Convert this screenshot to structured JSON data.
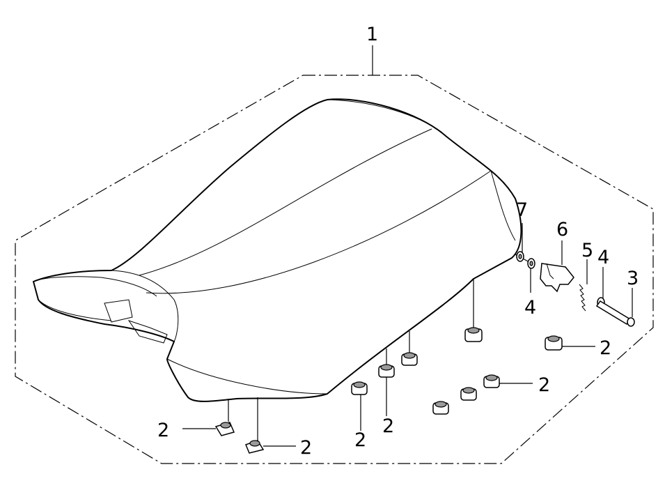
{
  "diagram": {
    "callouts": {
      "c1": "1",
      "c2a": "2",
      "c2b": "2",
      "c2c": "2",
      "c2d": "2",
      "c2e": "2",
      "c2f": "2",
      "c3": "3",
      "c4a": "4",
      "c4b": "4",
      "c5": "5",
      "c6": "6",
      "c7": "7"
    }
  }
}
